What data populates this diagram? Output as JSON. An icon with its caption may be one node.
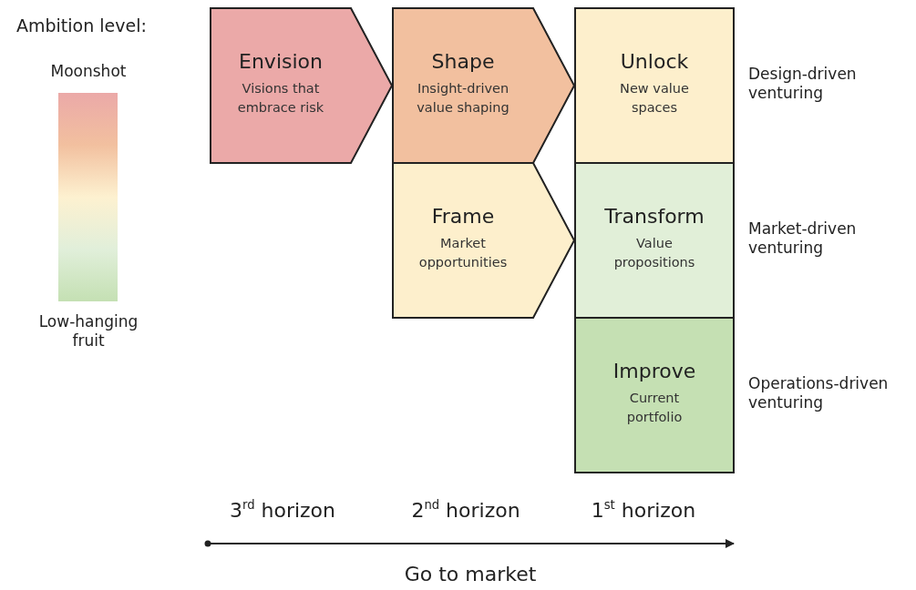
{
  "diagram": {
    "nodes": [
      {
        "text": [
          "Envision",
          "Visions that embrace risk"
        ]
      },
      {
        "text": [
          "Shape",
          "Insight-driven value shaping"
        ]
      },
      {
        "text": [
          "Frame",
          "Market opportunities"
        ]
      },
      {
        "text": [
          "Unlock",
          "New value spaces"
        ]
      },
      {
        "text": [
          "Transform",
          "Value propositions"
        ]
      },
      {
        "text": [
          "Improve",
          "Current portfolio"
        ]
      },
      {
        "text": [],
        "shape": "bar"
      }
    ],
    "labels": [
      "Ambition level:",
      "Moonshot",
      "Low-hanging fruit",
      "Design-driven venturing",
      "Market-driven venturing",
      "Operations-driven venturing",
      "3$^{rd}$ horizon",
      "2$^{nd}$ horizon",
      "1$^{st}$ horizon",
      "Go to market"
    ]
  }
}
